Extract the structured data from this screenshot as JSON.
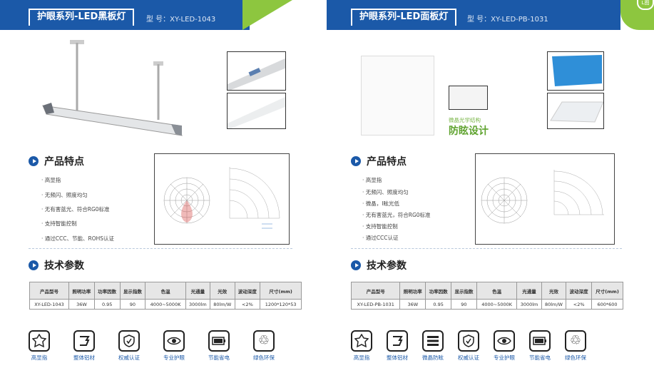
{
  "left": {
    "title": "护眼系列-LED黑板灯",
    "model": "型 号：XY-LED-1043",
    "features_heading": "产品特点",
    "features": [
      "· 高显指",
      "· 无频闪、照度均匀",
      "· 无有害蓝光、符合RG0标准",
      "· 支持智能控制",
      "· 通过CCC、节能、ROHS认证"
    ],
    "specs_heading": "技术参数",
    "table_head": [
      "产品型号",
      "照明功率",
      "功率因数",
      "显示指数",
      "色温",
      "光通量",
      "光效",
      "波动深度",
      "尺寸(mm)"
    ],
    "table_row": [
      "XY-LED-1043",
      "36W",
      "0.95",
      "90",
      "4000~5000K",
      "3000lm",
      "80lm/W",
      "<2%",
      "1200*120*53"
    ],
    "icons": [
      "高显指",
      "整体铝材",
      "权威认证",
      "专业护眼",
      "节能省电",
      "绿色环保"
    ]
  },
  "right": {
    "title": "护眼系列-LED面板灯",
    "model": "型 号：XY-LED-PB-1031",
    "glare_small": "微晶光学结构",
    "glare_big": "防眩设计",
    "features_heading": "产品特点",
    "features": [
      "· 高显指",
      "· 无频闪、照度均匀",
      "· 微晶，Ⅰ眩光低",
      "· 无有害蓝光，符合RG0标准",
      "· 支持智能控制",
      "· 通过CCC认证"
    ],
    "specs_heading": "技术参数",
    "table_head": [
      "产品型号",
      "照明功率",
      "功率因数",
      "显示指数",
      "色温",
      "光通量",
      "光效",
      "波动深度",
      "尺寸(mm)"
    ],
    "table_row": [
      "XY-LED-PB-1031",
      "36W",
      "0.95",
      "90",
      "4000~5000K",
      "3000lm",
      "80lm/W",
      "<2%",
      "600*600"
    ],
    "icons": [
      "高显指",
      "整体铝材",
      "微晶防眩",
      "权威认证",
      "专业护眼",
      "节能省电",
      "绿色环保"
    ]
  },
  "corner_badge": "L图",
  "colors": {
    "blue": "#1b59a8",
    "green": "#8dc63f"
  }
}
